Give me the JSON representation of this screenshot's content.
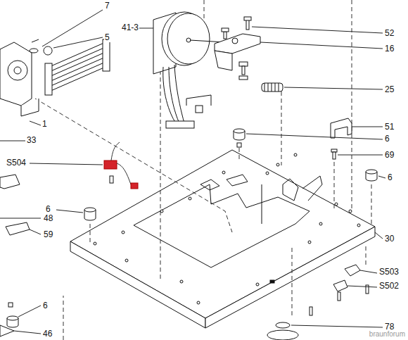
{
  "diagram": {
    "labels": [
      "7",
      "41-3",
      "5",
      "52",
      "16",
      "1",
      "25",
      "33",
      "51",
      "6",
      "69",
      "S504",
      "6",
      "6",
      "48",
      "30",
      "59",
      "S503",
      "S502",
      "6",
      "46",
      "78",
      "braunforum"
    ]
  }
}
